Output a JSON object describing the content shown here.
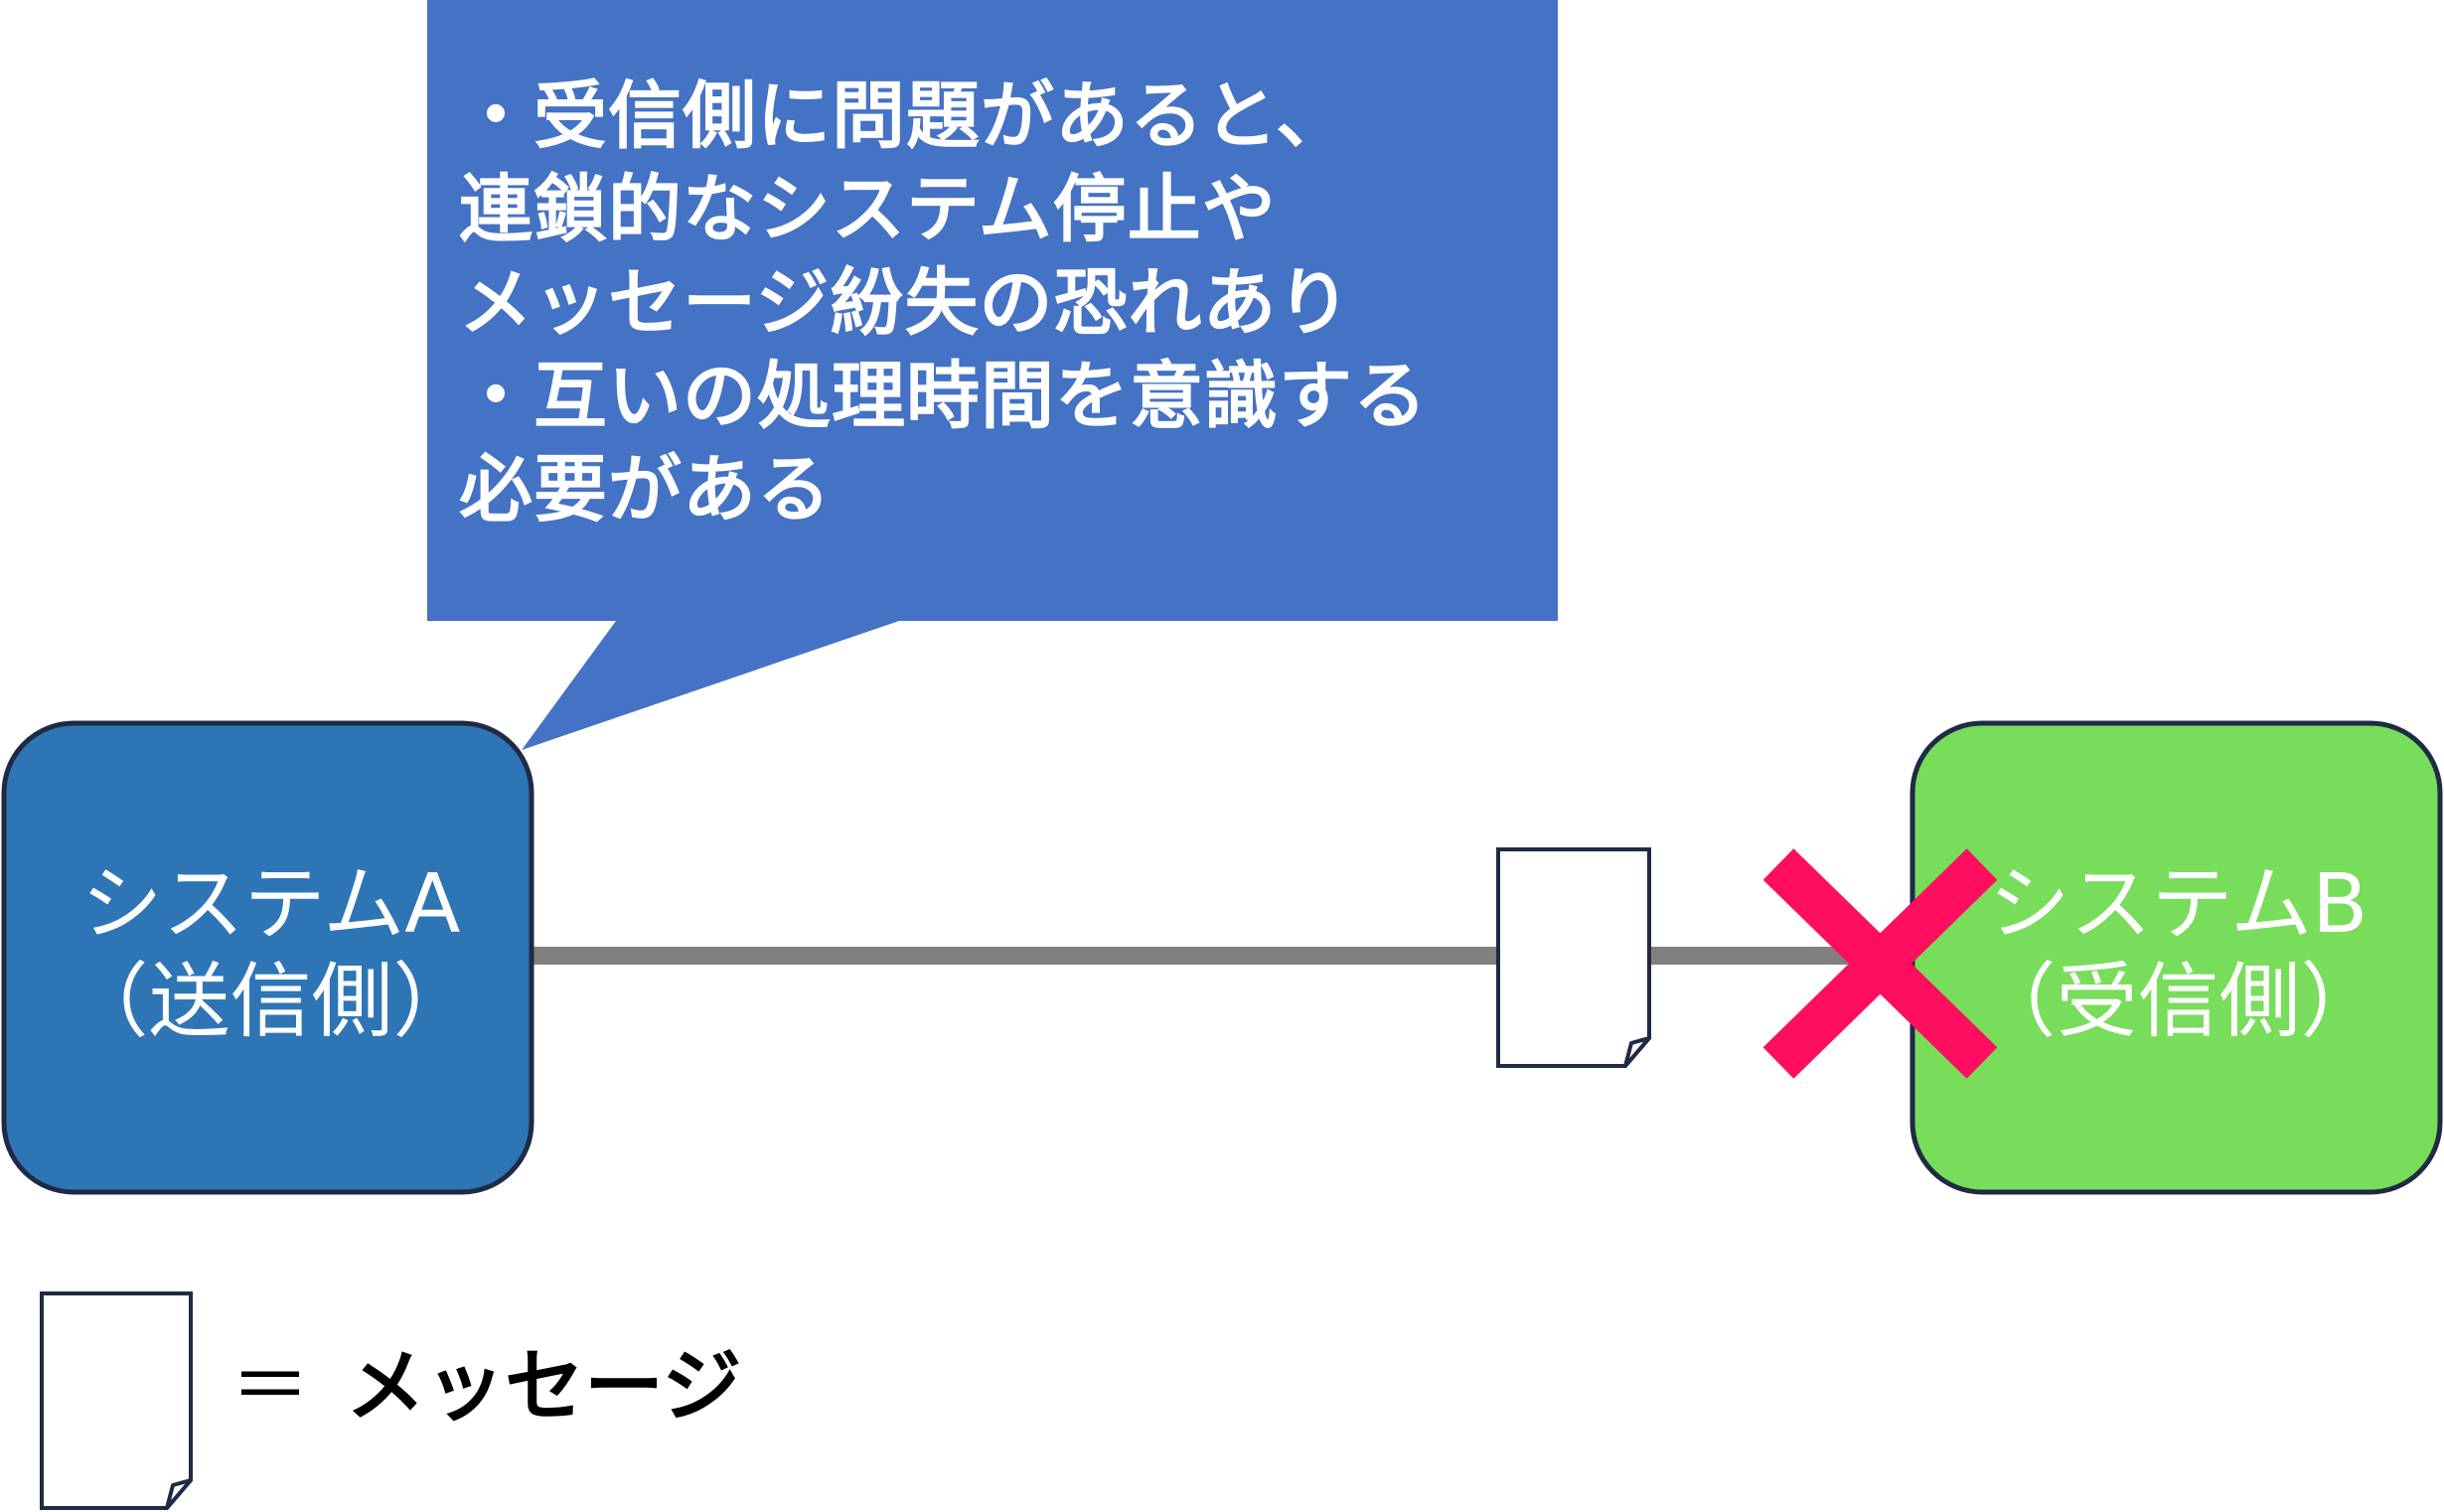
{
  "callout": {
    "lines": [
      "・受信側に問題があると、",
      "連鎖的なシステム停止や",
      "メッセージ紛失の恐れあり",
      "・互いの処理時間を意識する",
      "必要がある"
    ],
    "fill": "#4472C4"
  },
  "system_a": {
    "name": "システムA",
    "role": "（送信側）",
    "fill": "#2E75B6",
    "border": "#1F2A44"
  },
  "system_b": {
    "name": "システムB",
    "role": "（受信側）",
    "fill": "#77DD5A",
    "border": "#1F2A44"
  },
  "connector": {
    "color": "#808080"
  },
  "failure_mark": {
    "icon": "x-mark-icon",
    "color": "#FF0D5E"
  },
  "legend": {
    "icon": "message-document-icon",
    "equals": "＝",
    "label": "メッセージ"
  }
}
